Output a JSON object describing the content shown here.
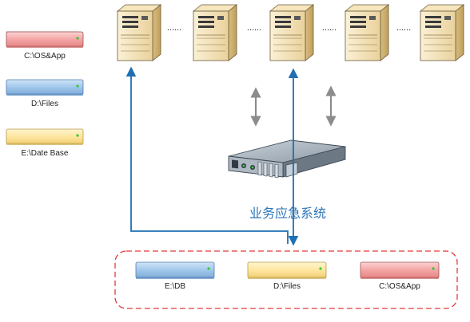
{
  "legend": [
    {
      "label": "C:\\OS&App",
      "color": "#f4a6a6"
    },
    {
      "label": "D:\\Files",
      "color": "#9dc3e6"
    },
    {
      "label": "E:\\Date Base",
      "color": "#ffe699"
    }
  ],
  "servers": {
    "count": 5,
    "ellipsis": "......"
  },
  "emergency_system": {
    "label": "业务应急系统"
  },
  "backup_disks": [
    {
      "label": "E:\\DB",
      "color": "#9dc3e6"
    },
    {
      "label": "D:\\Files",
      "color": "#ffe699"
    },
    {
      "label": "C:\\OS&App",
      "color": "#f4a6a6"
    }
  ],
  "colors": {
    "flow_arrow": "#1f6fb2",
    "sync_arrow": "#8c8c8c",
    "dashed_border": "#e23b3b",
    "server_body": "#efdcb0",
    "title_text": "#2e75b6"
  },
  "icons": [
    "tower-server-icon",
    "rack-server-icon",
    "disk-drive-icon"
  ]
}
